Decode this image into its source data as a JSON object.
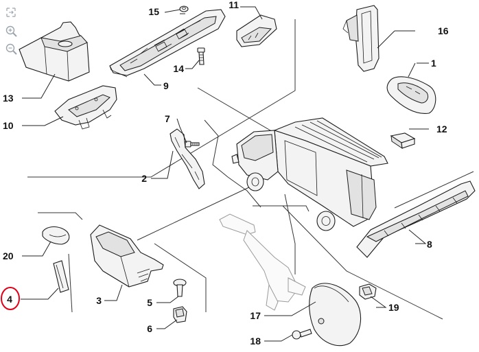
{
  "toolbar": {
    "fit_icon": "fit-to-screen-icon",
    "zoom_in_icon": "zoom-in-icon",
    "zoom_out_icon": "zoom-out-icon"
  },
  "callouts": {
    "c1": "1",
    "c2": "2",
    "c3": "3",
    "c4": "4",
    "c5": "5",
    "c6": "6",
    "c7": "7",
    "c8": "8",
    "c9": "9",
    "c10": "10",
    "c11": "11",
    "c12": "12",
    "c13": "13",
    "c14": "14",
    "c15": "15",
    "c16": "16",
    "c17": "17",
    "c18": "18",
    "c19": "19",
    "c20": "20"
  },
  "highlight": {
    "callout": "4",
    "color": "#e0001a"
  }
}
